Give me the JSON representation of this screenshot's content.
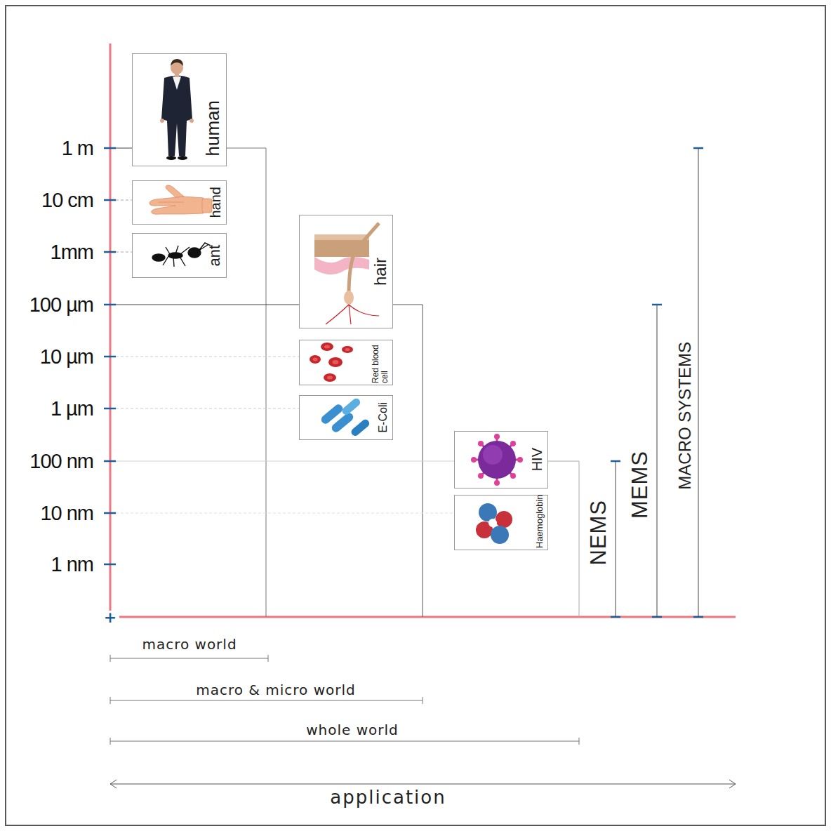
{
  "diagram": {
    "nodes": [
      {
        "text": [
          "human"
        ]
      },
      {
        "text": [
          "hand"
        ]
      },
      {
        "text": [
          "ant"
        ]
      },
      {
        "text": [
          "hair"
        ]
      },
      {
        "text": [
          "Red blood cell"
        ]
      },
      {
        "text": [
          "E-Coli"
        ]
      },
      {
        "text": [
          "HIV"
        ]
      },
      {
        "text": [
          "Haemoglobin"
        ]
      }
    ],
    "labels": [
      "1 m",
      "10 cm",
      "1mm",
      "100 µm",
      "10 µm",
      "1 µm",
      "100 nm",
      "10 nm",
      "1 nm",
      "+",
      "NEMS",
      "MEMS",
      "MACRO SYSTEMS",
      "macro world",
      "macro & micro world",
      "whole world",
      "application"
    ]
  }
}
